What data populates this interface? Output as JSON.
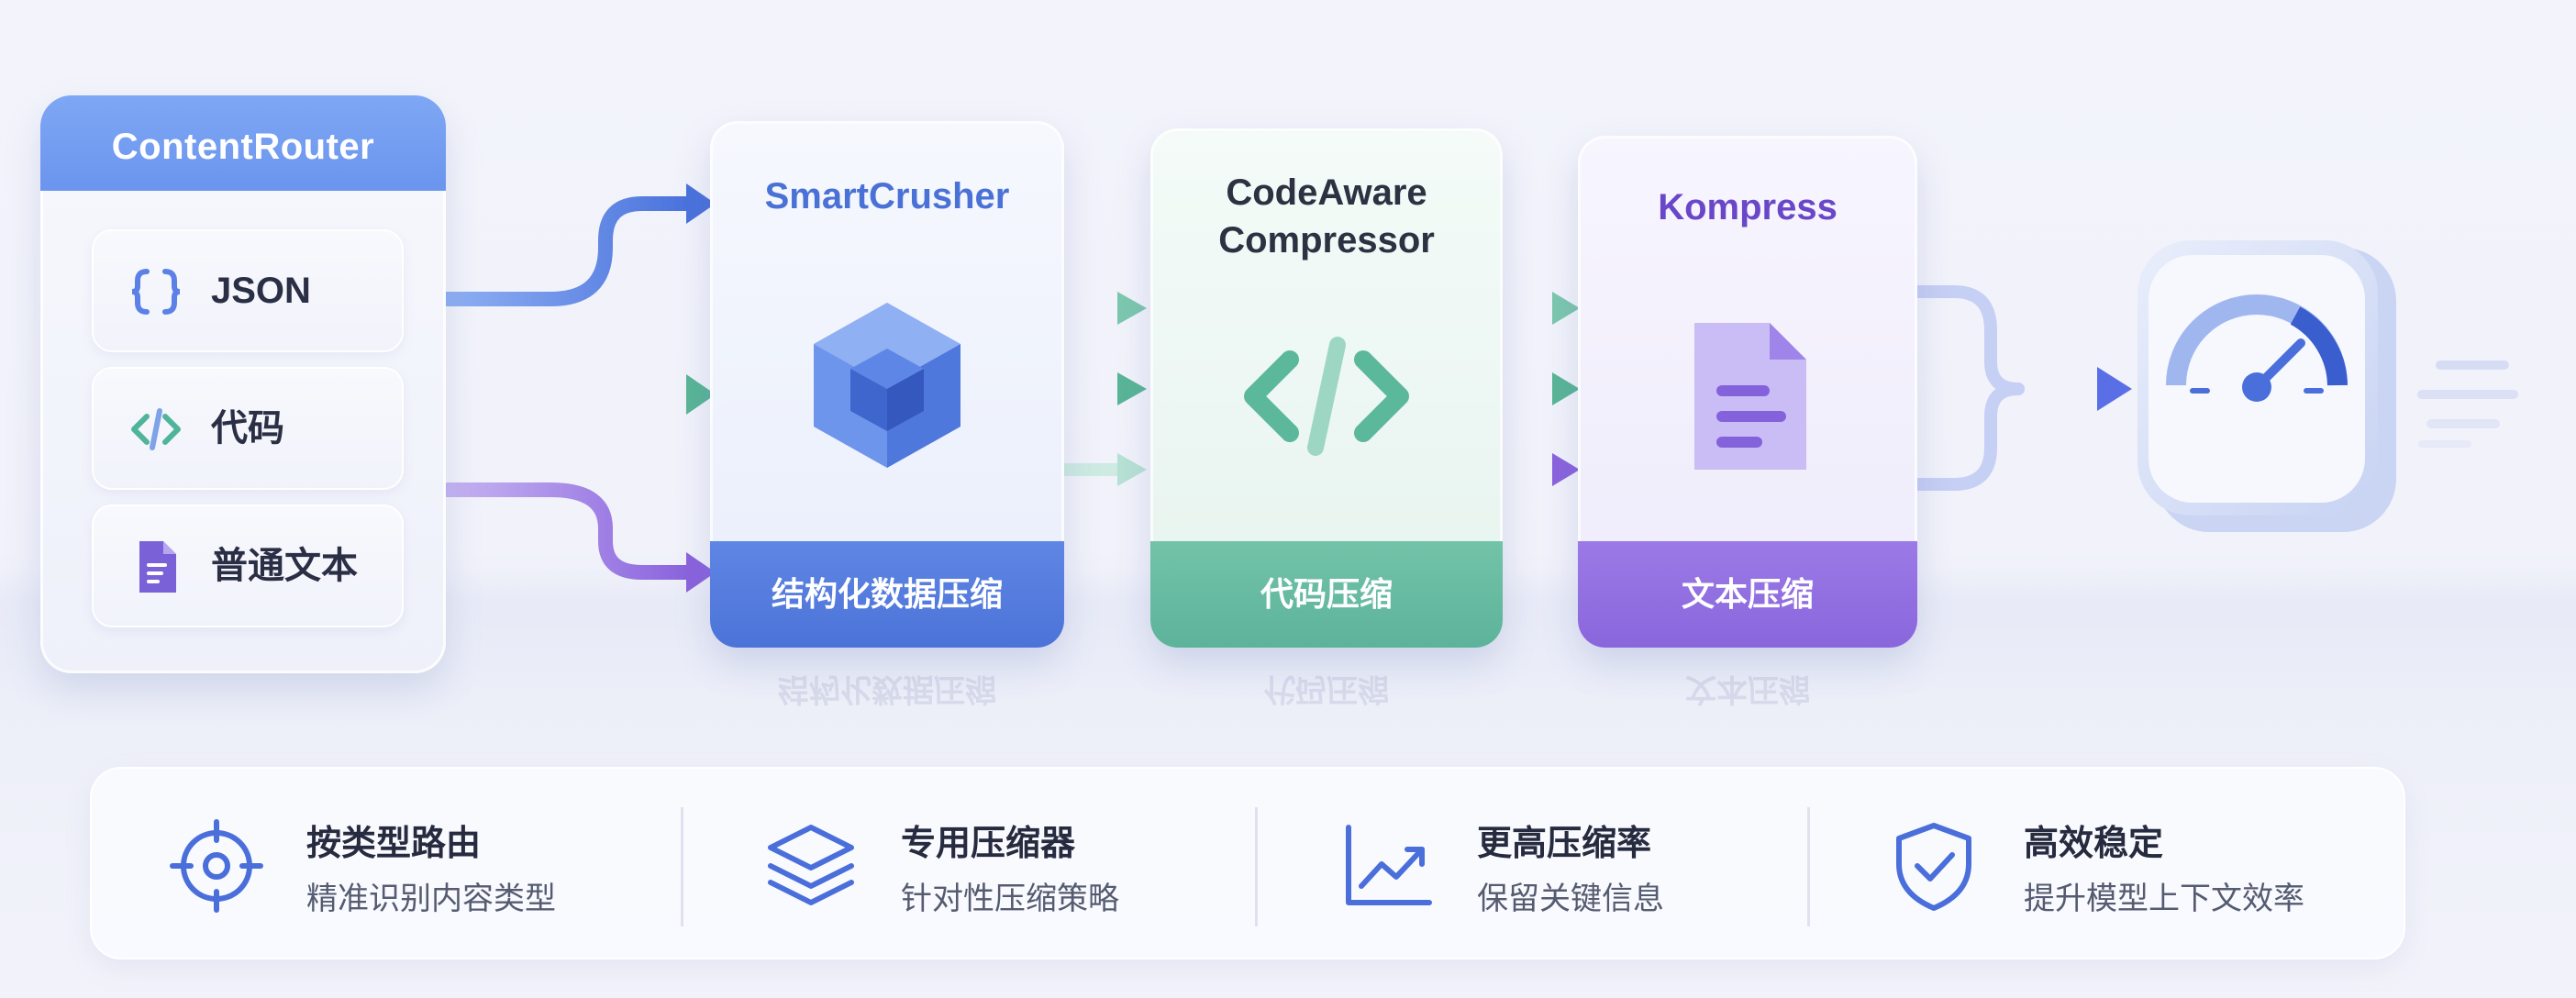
{
  "router": {
    "title": "ContentRouter",
    "items": [
      {
        "label": "JSON",
        "icon": "curly-braces-icon"
      },
      {
        "label": "代码",
        "icon": "code-icon"
      },
      {
        "label": "普通文本",
        "icon": "document-icon"
      }
    ]
  },
  "stages": [
    {
      "title_line1": "SmartCrusher",
      "title_line2": "",
      "footer": "结构化数据压缩",
      "reflection": "结构化数据压缩",
      "color": "#4f78dc",
      "icon": "cube-icon"
    },
    {
      "title_line1": "CodeAware",
      "title_line2": "Compressor",
      "footer": "代码压缩",
      "reflection": "代码压缩",
      "color": "#5db89a",
      "icon": "code-icon"
    },
    {
      "title_line1": "Kompress",
      "title_line2": "",
      "footer": "文本压缩",
      "reflection": "文本压缩",
      "color": "#8f6ae0",
      "icon": "document-icon"
    }
  ],
  "output": {
    "icon": "speedometer-icon"
  },
  "features": [
    {
      "title": "按类型路由",
      "subtitle": "精准识别内容类型",
      "icon": "target-icon"
    },
    {
      "title": "专用压缩器",
      "subtitle": "针对性压缩策略",
      "icon": "layers-icon"
    },
    {
      "title": "更高压缩率",
      "subtitle": "保留关键信息",
      "icon": "trend-chart-icon"
    },
    {
      "title": "高效稳定",
      "subtitle": "提升模型上下文效率",
      "icon": "shield-check-icon"
    }
  ],
  "colors": {
    "blue": "#4f78dc",
    "green": "#5db89a",
    "purple": "#8f6ae0",
    "router_header": "#7ea7f4"
  }
}
